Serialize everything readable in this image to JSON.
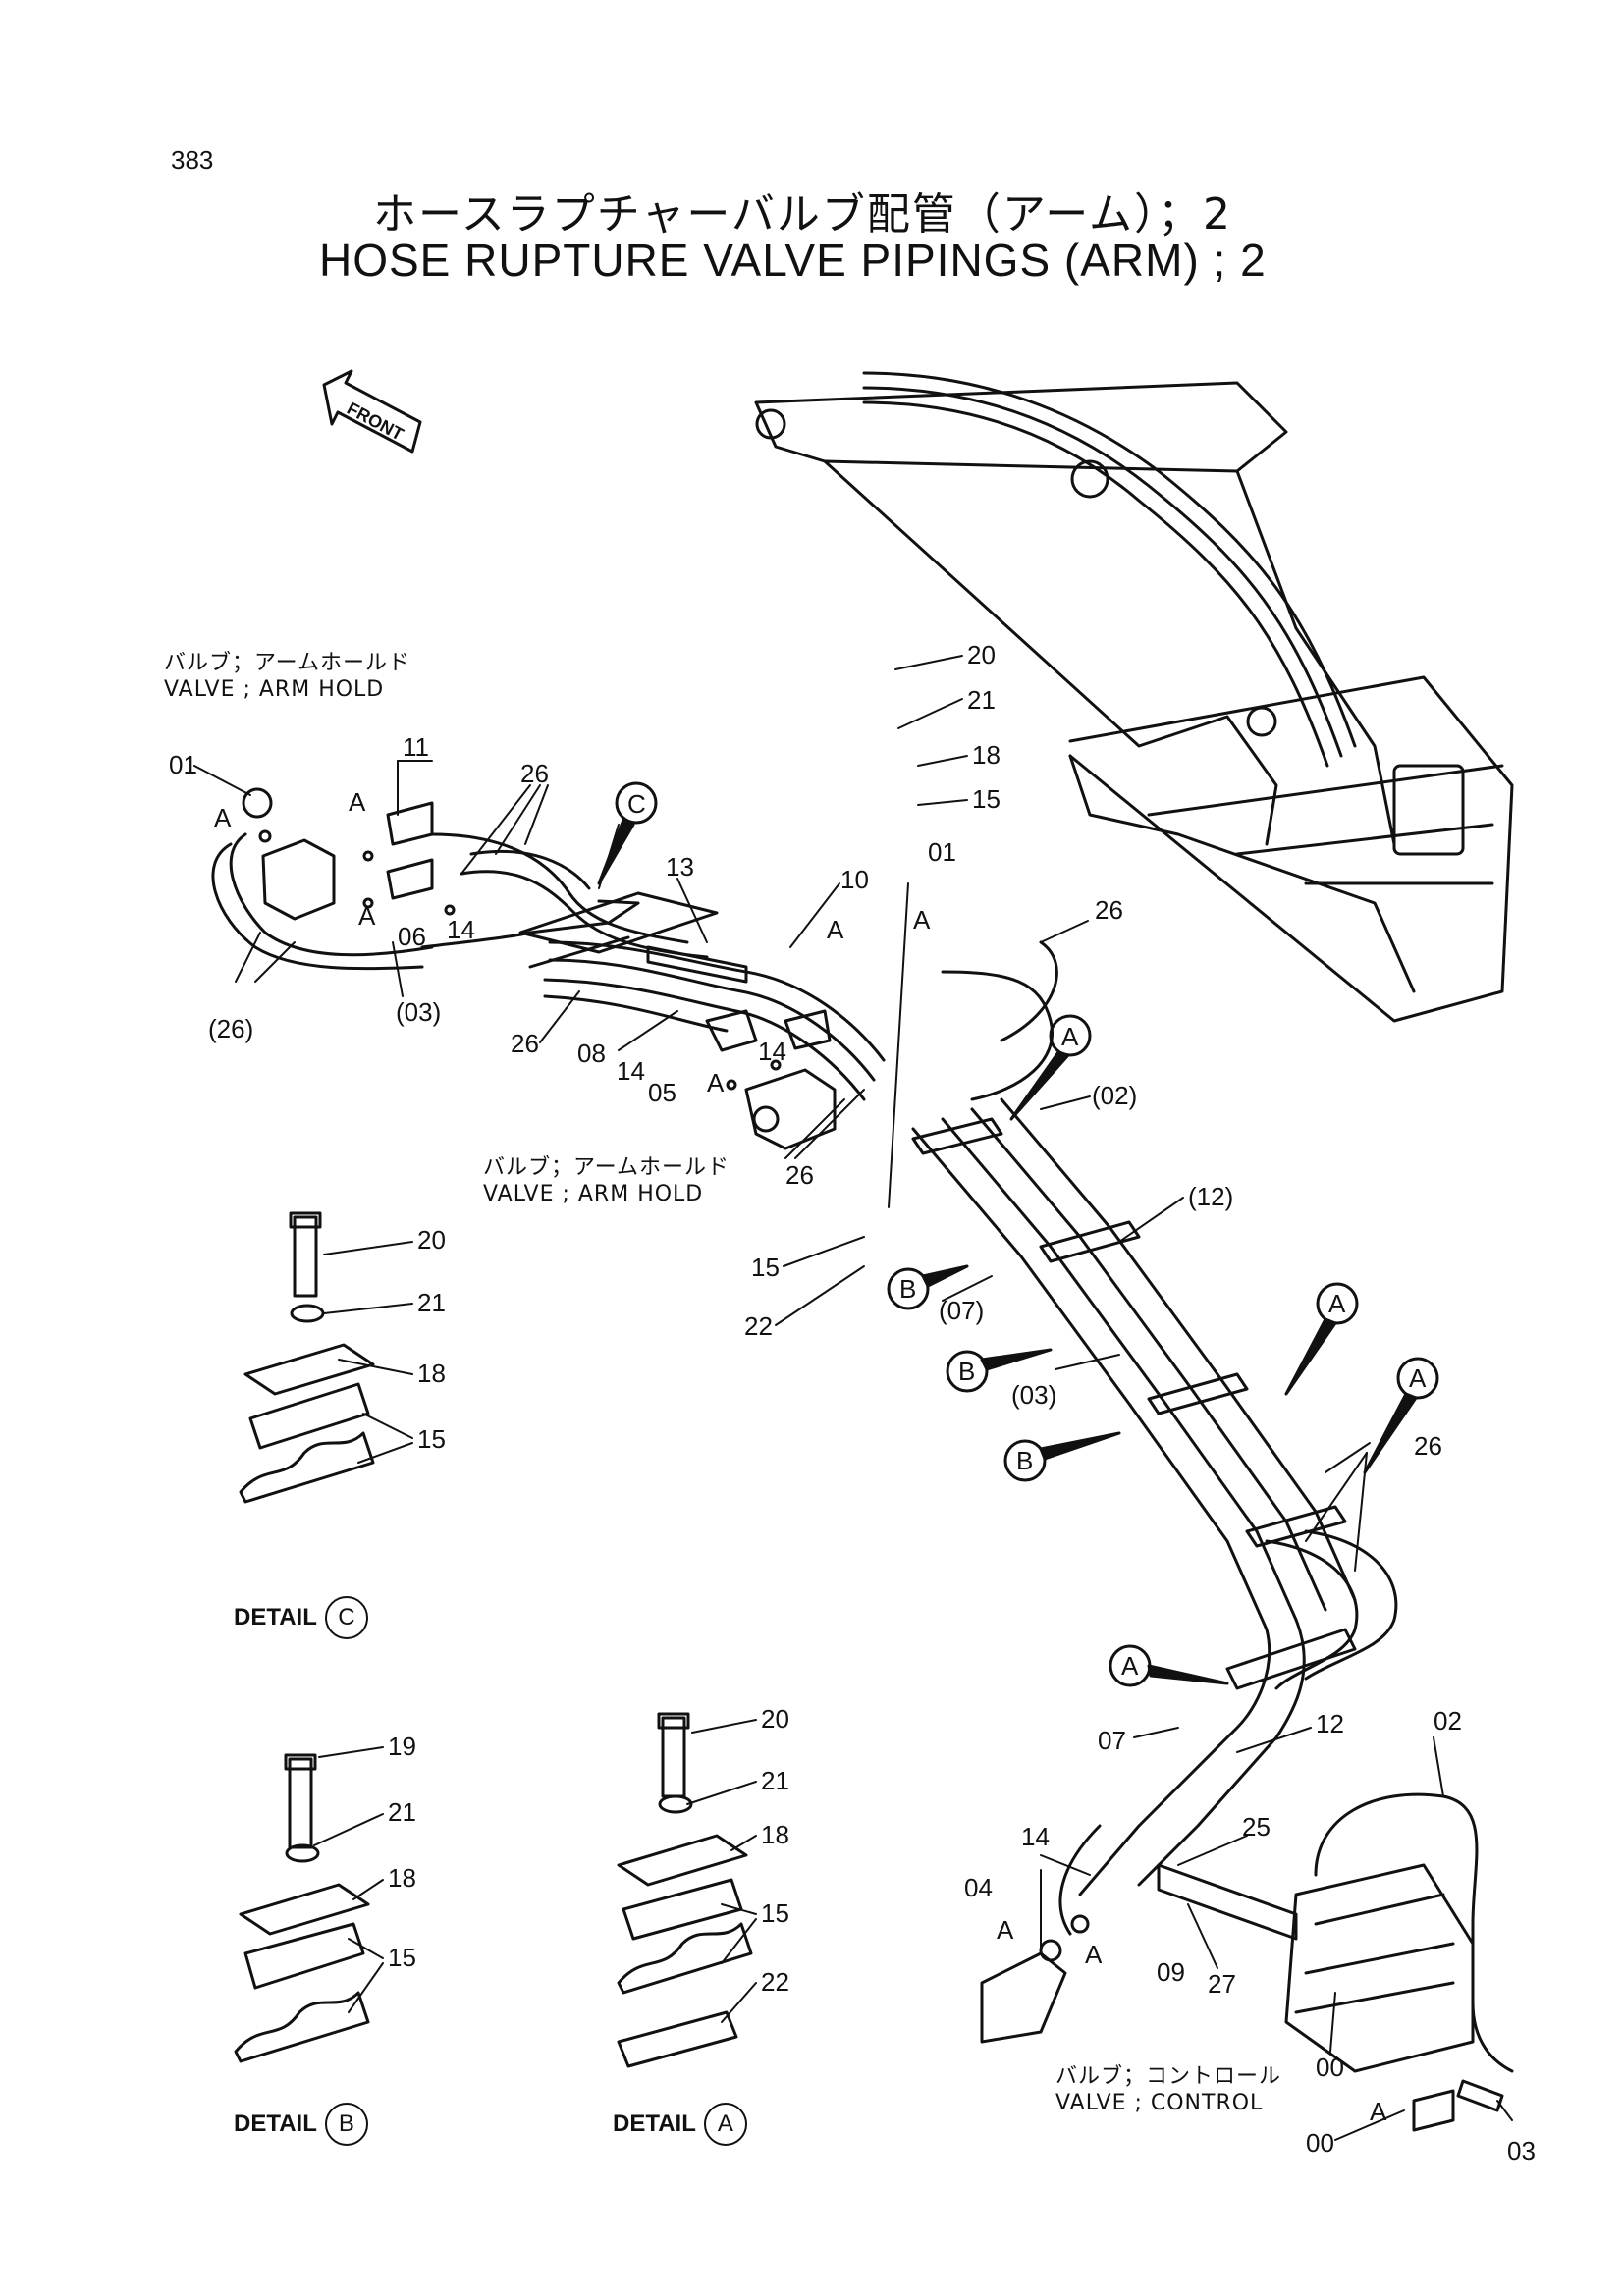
{
  "page": {
    "number": "383"
  },
  "title": {
    "jp": "ホースラプチャーバルブ配管（アーム）；2",
    "en": "HOSE RUPTURE VALVE PIPINGS (ARM) ; 2"
  },
  "front_arrow": {
    "label": "FRONT"
  },
  "captions": {
    "arm_hold_top_jp": "バルブ；アームホールド",
    "arm_hold_top_en": "VALVE ; ARM HOLD",
    "arm_hold_mid_jp": "バルブ；アームホールド",
    "arm_hold_mid_en": "VALVE ; ARM HOLD",
    "control_jp": "バルブ；コントロール",
    "control_en": "VALVE ; CONTROL"
  },
  "details": {
    "c": {
      "label": "DETAIL",
      "ref": "C"
    },
    "b": {
      "label": "DETAIL",
      "ref": "B"
    },
    "a": {
      "label": "DETAIL",
      "ref": "A"
    }
  },
  "callouts": {
    "p20a": "20",
    "p21a": "21",
    "p18a": "18",
    "p15a": "15",
    "p01a": "01",
    "pAa": "A",
    "p11": "11",
    "pAb": "A",
    "pAc": "A",
    "p06": "06",
    "p14a": "14",
    "p03a": "(03)",
    "p26a": "(26)",
    "p26b": "26",
    "pC": "C",
    "p13": "13",
    "p10": "10",
    "pAd": "A",
    "p01b": "01",
    "pAe": "A",
    "p26c": "26",
    "p26d": "26",
    "p08": "08",
    "p14b": "14",
    "p05": "05",
    "pAf": "A",
    "p14c": "14",
    "p26e": "26",
    "pA1": "A",
    "p02a": "(02)",
    "p12a": "(12)",
    "p15b": "15",
    "p22a": "22",
    "pB1": "B",
    "p07a": "(07)",
    "pB2": "B",
    "p03b": "(03)",
    "pB3": "B",
    "pA2": "A",
    "pA3": "A",
    "p26f": "26",
    "pA4": "A",
    "p07b": "07",
    "p12b": "12",
    "p02b": "02",
    "p25": "25",
    "p14d": "14",
    "p04": "04",
    "pAg": "A",
    "pAh": "A",
    "p09": "09",
    "p27": "27",
    "p00a": "00",
    "pAi": "A",
    "p00b": "00",
    "p03c": "03",
    "dc20": "20",
    "dc21": "21",
    "dc18": "18",
    "dc15": "15",
    "db19": "19",
    "db21": "21",
    "db18": "18",
    "db15": "15",
    "da20": "20",
    "da21": "21",
    "da18": "18",
    "da15": "15",
    "da22": "22"
  }
}
